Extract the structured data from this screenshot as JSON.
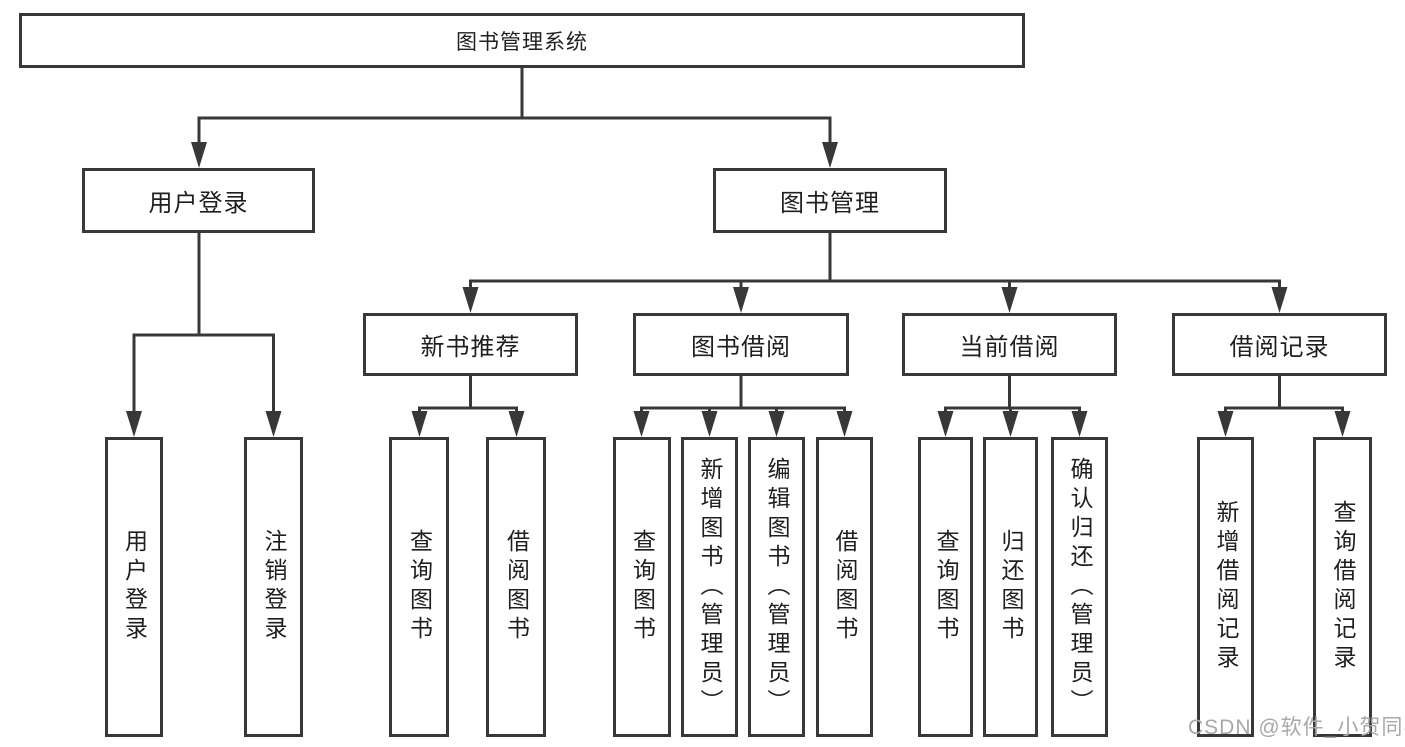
{
  "colors": {
    "line": "#383838",
    "text": "#1f1f1f",
    "watermark": "#a8a8a8",
    "background": "#ffffff"
  },
  "watermark": "CSDN @软件_小贺同学",
  "diagram": {
    "root": "图书管理系统",
    "branches": [
      {
        "label": "用户登录",
        "children": [
          "用户登录",
          "注销登录"
        ]
      },
      {
        "label": "图书管理",
        "groups": [
          {
            "label": "新书推荐",
            "children": [
              "查询图书",
              "借阅图书"
            ]
          },
          {
            "label": "图书借阅",
            "children": [
              "查询图书",
              "新增图书（管理员）",
              "编辑图书（管理员）",
              "借阅图书"
            ]
          },
          {
            "label": "当前借阅",
            "children": [
              "查询图书",
              "归还图书",
              "确认归还（管理员）"
            ]
          },
          {
            "label": "借阅记录",
            "children": [
              "新增借阅记录",
              "查询借阅记录"
            ]
          }
        ]
      }
    ]
  }
}
